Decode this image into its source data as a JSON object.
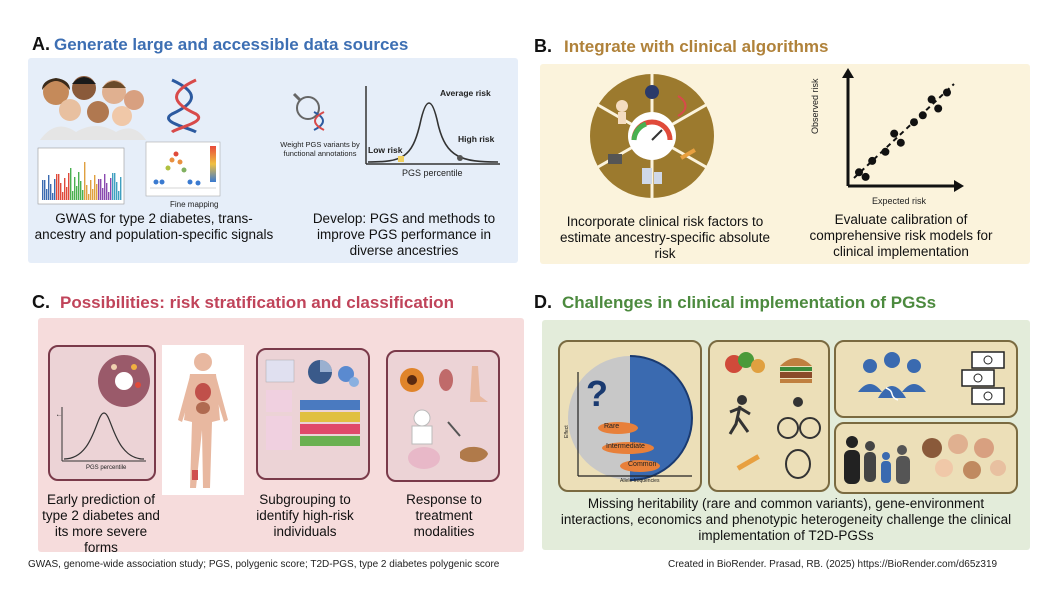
{
  "sections": {
    "a": {
      "letter": "A.",
      "title": "Generate large and accessible data sources",
      "color": "#3d6fb3",
      "panel_bg": "#e6eef9",
      "caption1": "GWAS for type 2 diabetes, trans-ancestry and population-specific signals",
      "caption2": "Develop: PGS and methods to improve PGS performance in diverse ancestries",
      "fine_mapping": "Fine mapping",
      "weight_label": "Weight PGS variants by functional annotations",
      "avg_risk": "Average risk",
      "low_risk": "Low risk",
      "high_risk": "High risk",
      "pgs_percentile": "PGS percentile"
    },
    "b": {
      "letter": "B.",
      "title": "Integrate with clinical algorithms",
      "color": "#b0823a",
      "panel_bg": "#fbf3dc",
      "caption1": "Incorporate clinical risk factors to estimate ancestry-specific absolute risk",
      "caption2": "Evaluate calibration of comprehensive risk models for clinical implementation",
      "observed_risk": "Observed risk",
      "expected_risk": "Expected risk"
    },
    "c": {
      "letter": "C.",
      "title": "Possibilities: risk stratification and classification",
      "color": "#c0445a",
      "panel_bg": "#f6dcdc",
      "caption1": "Early prediction of type 2 diabetes and its more severe forms",
      "caption2": "Subgrouping to identify high-risk individuals",
      "caption3": "Response to treatment modalities",
      "pgs_percentile": "PGS percentile"
    },
    "d": {
      "letter": "D.",
      "title": "Challenges in clinical implementation of PGSs",
      "color": "#4c8a3e",
      "panel_bg": "#e3ecda",
      "caption": "Missing heritability (rare and common variants), gene-environment interactions, economics and phenotypic heterogeneity challenge the clinical implementation of T2D-PGSs",
      "rare": "Rare",
      "intermediate": "Intermediate",
      "common": "Common",
      "allele_freq": "Allele frequencies",
      "effect": "Effect"
    }
  },
  "footer": {
    "left": "GWAS, genome-wide association study; PGS, polygenic score; T2D-PGS, type 2 diabetes polygenic score",
    "right": "Created in BioRender. Prasad, RB. (2025) https://BioRender.com/d65z319"
  },
  "chart_data": {
    "type": "scatter",
    "xlabel": "Expected risk",
    "ylabel": "Observed risk",
    "x": [
      1,
      1.6,
      2.2,
      3.4,
      4.2,
      4.8,
      6.0,
      6.8,
      7.6,
      8.2,
      9.0
    ],
    "y": [
      1.2,
      0.8,
      2.2,
      3.0,
      4.6,
      3.8,
      5.6,
      6.2,
      7.6,
      6.8,
      8.2
    ],
    "xlim": [
      0,
      10
    ],
    "ylim": [
      0,
      10
    ]
  }
}
